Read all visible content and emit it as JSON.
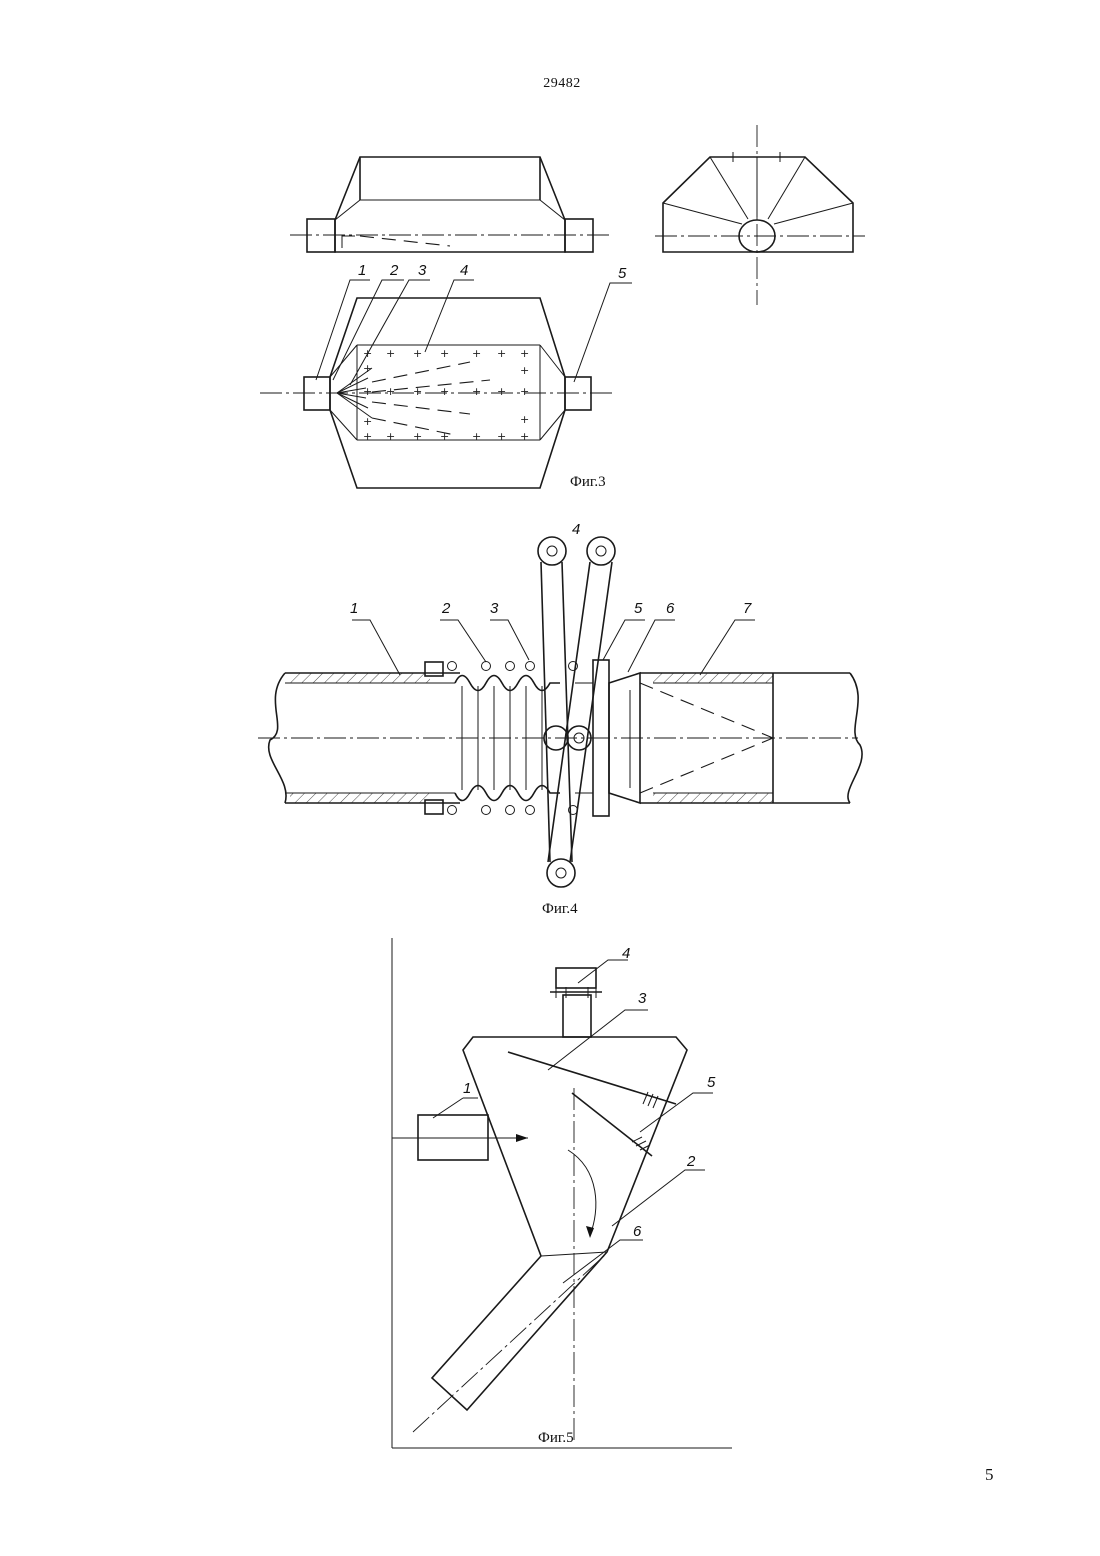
{
  "header": {
    "doc_number": "29482"
  },
  "footer": {
    "page_number": "5"
  },
  "figures": {
    "fig3": {
      "caption": "Фиг.3",
      "labels": [
        "1",
        "2",
        "3",
        "4",
        "5"
      ]
    },
    "fig4": {
      "caption": "Фиг.4",
      "labels": [
        "1",
        "2",
        "3",
        "4",
        "5",
        "6",
        "7"
      ]
    },
    "fig5": {
      "caption": "Фиг.5",
      "labels": [
        "1",
        "2",
        "3",
        "4",
        "5",
        "6"
      ]
    }
  }
}
